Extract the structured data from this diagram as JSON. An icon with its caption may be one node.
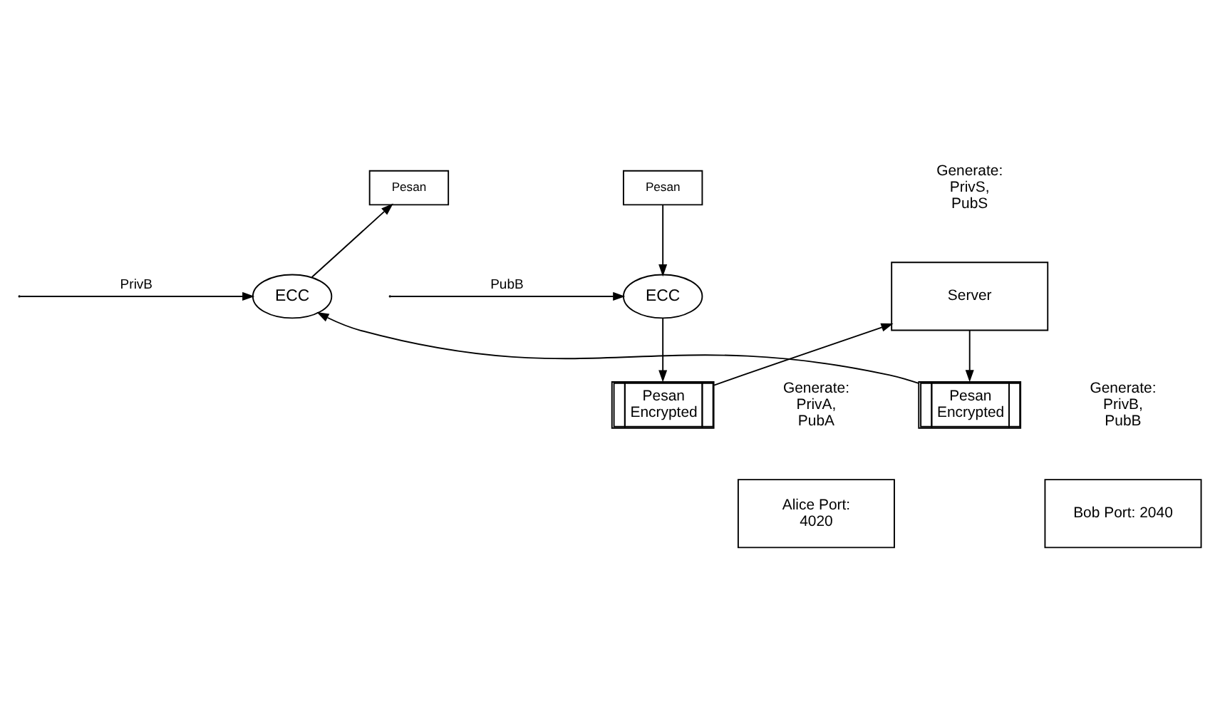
{
  "diagram": {
    "nodes": [
      {
        "text": [
          "Server"
        ],
        "beside": [
          "Generate: PrivS, PubS"
        ]
      },
      {
        "text": [
          "Alice Port: 4020"
        ],
        "beside": [
          "Generate: PrivA, PubA"
        ]
      },
      {
        "text": [
          "Pesan"
        ]
      },
      {
        "text": [
          "ECC"
        ]
      },
      {
        "text": [
          "Pesan Encrypted"
        ]
      },
      {
        "text": [
          "Bob Port: 2040"
        ],
        "beside": [
          "Generate: PrivB, PubB"
        ]
      },
      {
        "text": [
          "Pesan"
        ]
      },
      {
        "text": [
          "ECC"
        ]
      },
      {
        "text": [
          "Pesan Encrypted"
        ]
      }
    ],
    "edges": [
      {
        "from": 2,
        "to": 3,
        "arrow": "to"
      },
      {
        "from": null,
        "to": 3,
        "arrow": "to",
        "label": "PubB"
      },
      {
        "from": 3,
        "to": 4,
        "arrow": "to"
      },
      {
        "from": 4,
        "to": 0,
        "arrow": "to"
      },
      {
        "from": 0,
        "to": 8,
        "arrow": "to"
      },
      {
        "from": 8,
        "to": 7,
        "arrow": "to"
      },
      {
        "from": 7,
        "to": 6,
        "arrow": "to"
      },
      {
        "from": null,
        "to": 7,
        "arrow": "to",
        "label": "PrivB"
      }
    ]
  }
}
